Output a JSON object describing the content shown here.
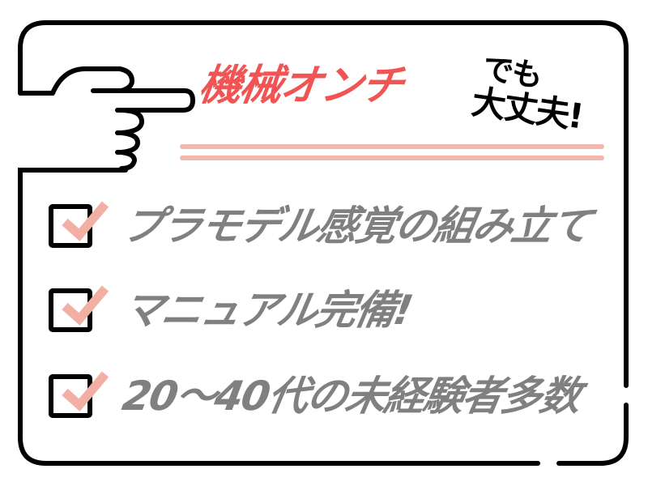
{
  "header": {
    "title": "機械オンチ",
    "subtitle_line1": "でも",
    "subtitle_line2": "大丈夫!"
  },
  "checklist": {
    "items": [
      {
        "label": "プラモデル感覚の組み立て",
        "checked": true
      },
      {
        "label": "マニュアル完備!",
        "checked": true
      },
      {
        "label": "20〜40代の未経験者多数",
        "checked": true
      }
    ]
  },
  "colors": {
    "title": "#f05454",
    "rule": "#f2b8ac",
    "check": "#f2b0a4",
    "item_text": "#808080",
    "frame": "#000000"
  }
}
